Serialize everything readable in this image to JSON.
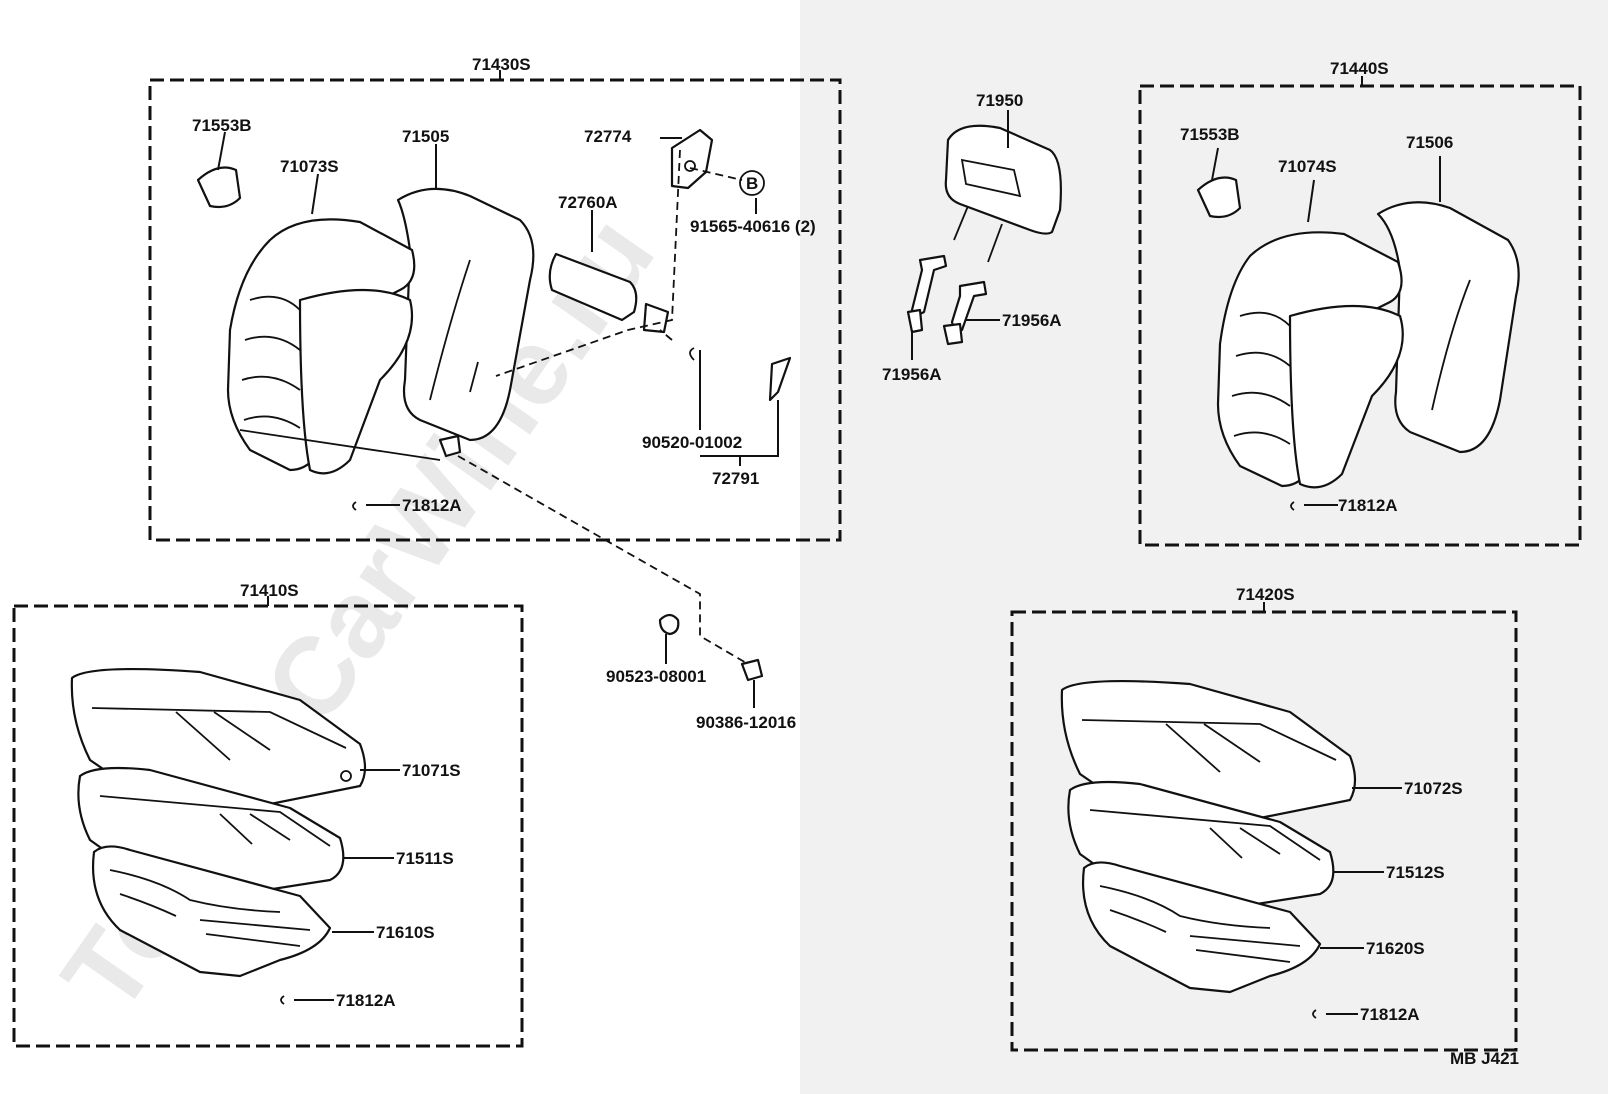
{
  "watermark": "ToyotaCarWine.ru",
  "diagram_code": "MB J421",
  "groups": {
    "rear_seat_back_left": "71430S",
    "rear_seat_back_right": "71440S",
    "seat_cushion_left": "71410S",
    "seat_cushion_right": "71420S"
  },
  "parts": {
    "p71553B_left": "71553B",
    "p71073S": "71073S",
    "p71505": "71505",
    "p72774": "72774",
    "p72760A": "72760A",
    "p91565": "91565-40616 (2)",
    "marker_b": "B",
    "p90520": "90520-01002",
    "p72791": "72791",
    "p71812A_1": "71812A",
    "p71950": "71950",
    "p71956A_right": "71956A",
    "p71956A_left": "71956A",
    "p71553B_right": "71553B",
    "p71074S": "71074S",
    "p71506": "71506",
    "p71812A_2": "71812A",
    "p90523": "90523-08001",
    "p90386": "90386-12016",
    "p71071S": "71071S",
    "p71511S": "71511S",
    "p71610S": "71610S",
    "p71812A_3": "71812A",
    "p71072S": "71072S",
    "p71512S": "71512S",
    "p71620S": "71620S",
    "p71812A_4": "71812A"
  }
}
